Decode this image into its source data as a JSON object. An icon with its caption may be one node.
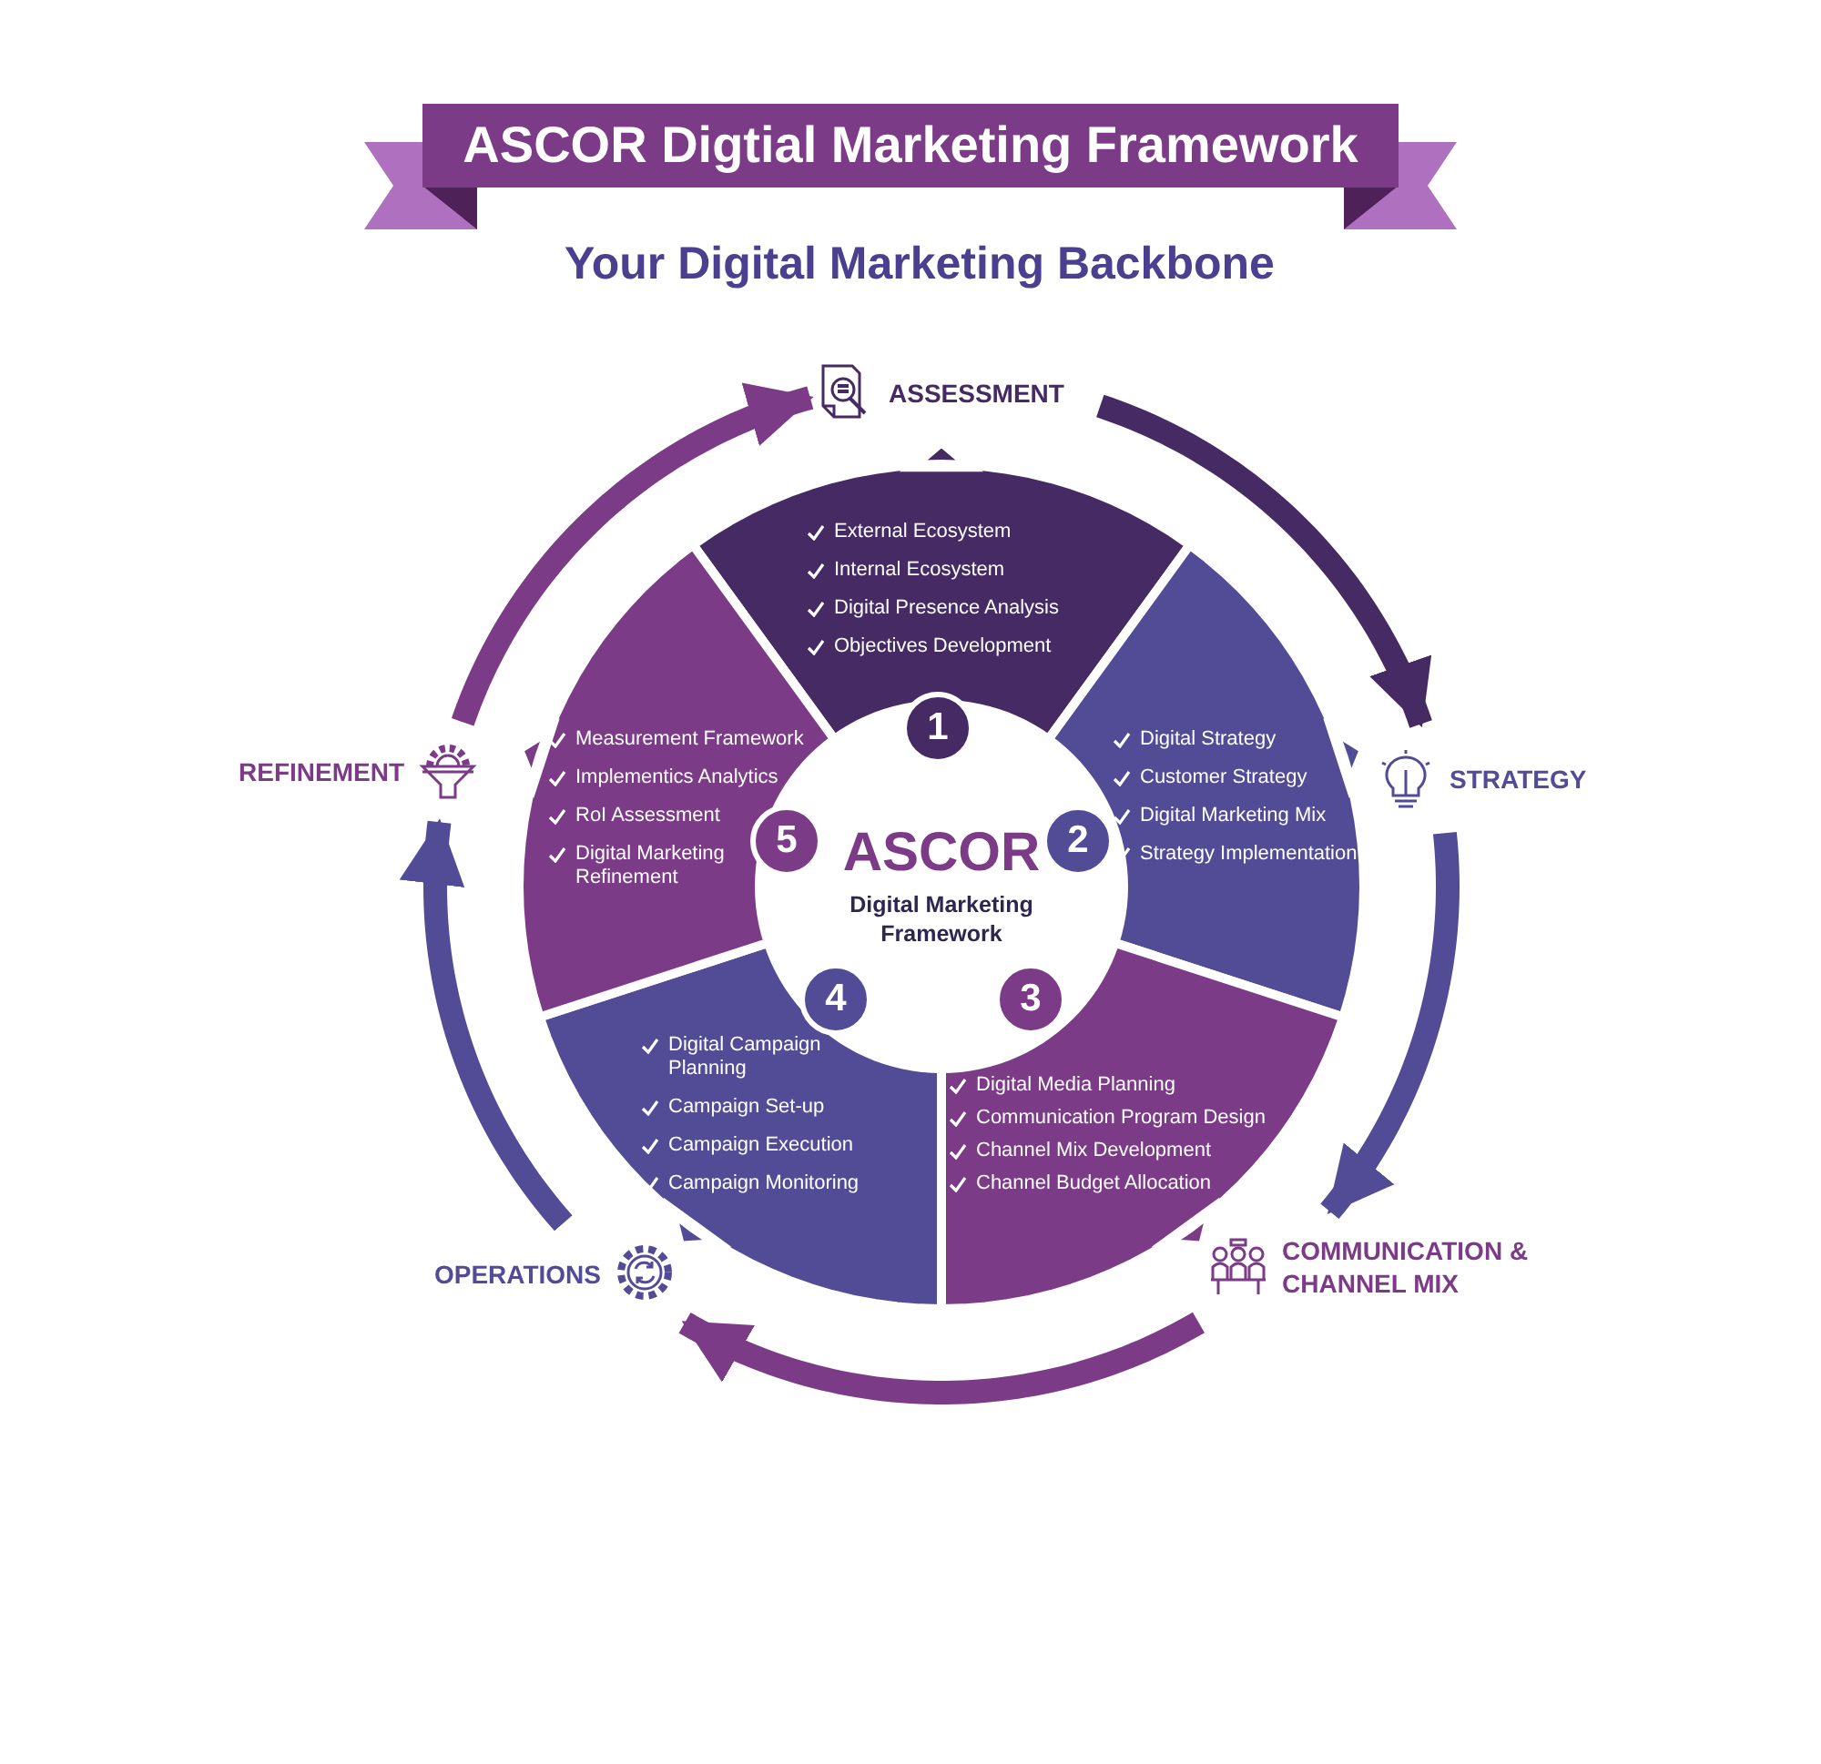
{
  "diagram": {
    "title": "ASCOR Digtial Marketing Framework",
    "nodes": [
      {
        "text": [
          "ASSESSMENT"
        ]
      },
      {
        "text": [
          "STRATEGY"
        ]
      },
      {
        "text": [
          "COMMUNICATION & CHANNEL MIX"
        ]
      },
      {
        "text": [
          "OPERATIONS"
        ]
      },
      {
        "text": [
          "REFINEMENT"
        ]
      },
      {
        "text": [
          "ASCOR",
          "Digital Marketing Framework"
        ]
      },
      {
        "text": [
          "External Ecosystem",
          "Internal Ecosystem",
          "Digital Presence Analysis",
          "Objectives Development"
        ]
      },
      {
        "text": [
          "Digital Strategy",
          "Customer Strategy",
          "Digital Marketing Mix",
          "Strategy Implementation"
        ]
      },
      {
        "text": [
          "Digital Media Planning",
          "Communication Program Design",
          "Channel Mix Development",
          "Channel Budget Allocation"
        ]
      },
      {
        "text": [
          "Digital Campaign Planning",
          "Campaign Set-up",
          "Campaign Execution",
          "Campaign Monitoring"
        ]
      },
      {
        "text": [
          "Measurement Framework",
          "Implementics Analytics",
          "RoI Assessment",
          "Digital Marketing Refinement"
        ]
      },
      {
        "text": [
          "1"
        ]
      },
      {
        "text": [
          "2"
        ]
      },
      {
        "text": [
          "3"
        ]
      },
      {
        "text": [
          "4"
        ]
      },
      {
        "text": [
          "5"
        ]
      }
    ],
    "edges": [
      {
        "from": 0,
        "to": 1,
        "arrow": "to",
        "color": "#452a63"
      },
      {
        "from": 1,
        "to": 2,
        "arrow": "to",
        "color": "#524b95"
      },
      {
        "from": 2,
        "to": 3,
        "arrow": "to",
        "color": "#7b3b87"
      },
      {
        "from": 3,
        "to": 4,
        "arrow": "to",
        "color": "#524b95"
      },
      {
        "from": 4,
        "to": 0,
        "arrow": "to",
        "color": "#7b3b87"
      }
    ],
    "labels": [
      "Your Digital Marketing Backbone"
    ]
  }
}
